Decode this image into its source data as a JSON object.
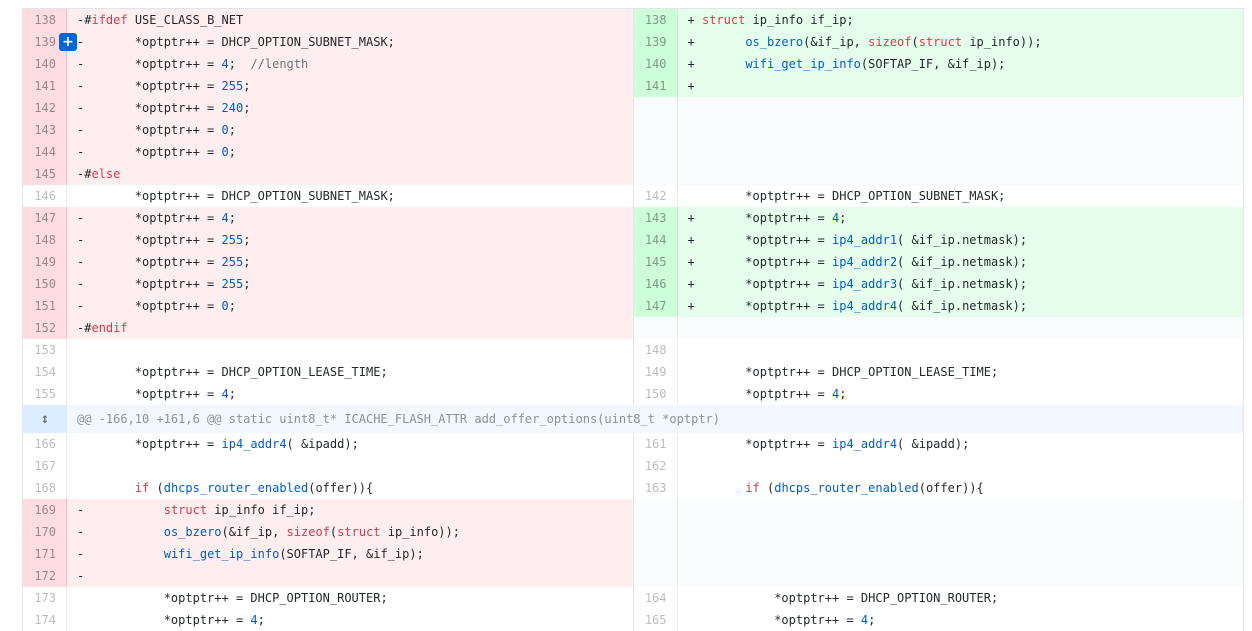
{
  "add_comment_label": "+",
  "hunk_icon": "expand-icon",
  "rows": [
    {
      "t": "diff",
      "l": {
        "n": "138",
        "k": "del",
        "s": "-",
        "c": [
          [
            "",
            "#"
          ],
          [
            "pp",
            "ifdef"
          ],
          [
            "",
            " USE_CLASS_B_NET"
          ]
        ]
      },
      "r": {
        "n": "138",
        "k": "add",
        "s": "+",
        "c": [
          [
            "",
            " "
          ],
          [
            "kw",
            "struct"
          ],
          [
            "",
            " ip_info if_ip;"
          ]
        ]
      }
    },
    {
      "t": "diff",
      "l": {
        "n": "139",
        "k": "del",
        "s": "-",
        "c": [
          [
            "",
            "       *optptr++ = DHCP_OPTION_SUBNET_MASK;"
          ]
        ],
        "btn": true
      },
      "r": {
        "n": "139",
        "k": "add",
        "s": "+",
        "c": [
          [
            "",
            "       "
          ],
          [
            "fn",
            "os_bzero"
          ],
          [
            "",
            "(&if_ip, "
          ],
          [
            "kw",
            "sizeof"
          ],
          [
            "",
            "("
          ],
          [
            "kw",
            "struct"
          ],
          [
            "",
            " ip_info));"
          ]
        ]
      }
    },
    {
      "t": "diff",
      "l": {
        "n": "140",
        "k": "del",
        "s": "-",
        "c": [
          [
            "",
            "       *optptr++ = "
          ],
          [
            "nm",
            "4"
          ],
          [
            "",
            ";  "
          ],
          [
            "cm",
            "//length"
          ]
        ]
      },
      "r": {
        "n": "140",
        "k": "add",
        "s": "+",
        "c": [
          [
            "",
            "       "
          ],
          [
            "fn",
            "wifi_get_ip_info"
          ],
          [
            "",
            "(SOFTAP_IF, &if_ip);"
          ]
        ]
      }
    },
    {
      "t": "diff",
      "l": {
        "n": "141",
        "k": "del",
        "s": "-",
        "c": [
          [
            "",
            "       *optptr++ = "
          ],
          [
            "nm",
            "255"
          ],
          [
            "",
            ";"
          ]
        ]
      },
      "r": {
        "n": "141",
        "k": "add",
        "s": "+",
        "c": []
      }
    },
    {
      "t": "diff",
      "l": {
        "n": "142",
        "k": "del",
        "s": "-",
        "c": [
          [
            "",
            "       *optptr++ = "
          ],
          [
            "nm",
            "240"
          ],
          [
            "",
            ";"
          ]
        ]
      },
      "r": {
        "n": "",
        "k": "empty",
        "s": "",
        "c": []
      }
    },
    {
      "t": "diff",
      "l": {
        "n": "143",
        "k": "del",
        "s": "-",
        "c": [
          [
            "",
            "       *optptr++ = "
          ],
          [
            "nm",
            "0"
          ],
          [
            "",
            ";"
          ]
        ]
      },
      "r": {
        "n": "",
        "k": "empty",
        "s": "",
        "c": []
      }
    },
    {
      "t": "diff",
      "l": {
        "n": "144",
        "k": "del",
        "s": "-",
        "c": [
          [
            "",
            "       *optptr++ = "
          ],
          [
            "nm",
            "0"
          ],
          [
            "",
            ";"
          ]
        ]
      },
      "r": {
        "n": "",
        "k": "empty",
        "s": "",
        "c": []
      }
    },
    {
      "t": "diff",
      "l": {
        "n": "145",
        "k": "del",
        "s": "-",
        "c": [
          [
            "",
            "#"
          ],
          [
            "pp",
            "else"
          ]
        ]
      },
      "r": {
        "n": "",
        "k": "empty",
        "s": "",
        "c": []
      }
    },
    {
      "t": "diff",
      "l": {
        "n": "146",
        "k": "ctx",
        "s": " ",
        "c": [
          [
            "",
            "       *optptr++ = DHCP_OPTION_SUBNET_MASK;"
          ]
        ]
      },
      "r": {
        "n": "142",
        "k": "ctx",
        "s": " ",
        "c": [
          [
            "",
            "       *optptr++ = DHCP_OPTION_SUBNET_MASK;"
          ]
        ]
      }
    },
    {
      "t": "diff",
      "l": {
        "n": "147",
        "k": "del",
        "s": "-",
        "c": [
          [
            "",
            "       *optptr++ = "
          ],
          [
            "nm",
            "4"
          ],
          [
            "",
            ";"
          ]
        ]
      },
      "r": {
        "n": "143",
        "k": "add",
        "s": "+",
        "c": [
          [
            "",
            "       *optptr++ = "
          ],
          [
            "nm",
            "4"
          ],
          [
            "",
            ";"
          ]
        ]
      }
    },
    {
      "t": "diff",
      "l": {
        "n": "148",
        "k": "del",
        "s": "-",
        "c": [
          [
            "",
            "       *optptr++ = "
          ],
          [
            "nm",
            "255"
          ],
          [
            "",
            ";"
          ]
        ]
      },
      "r": {
        "n": "144",
        "k": "add",
        "s": "+",
        "c": [
          [
            "",
            "       *optptr++ = "
          ],
          [
            "fn",
            "ip4_addr1"
          ],
          [
            "",
            "( &if_ip.netmask);"
          ]
        ]
      }
    },
    {
      "t": "diff",
      "l": {
        "n": "149",
        "k": "del",
        "s": "-",
        "c": [
          [
            "",
            "       *optptr++ = "
          ],
          [
            "nm",
            "255"
          ],
          [
            "",
            ";"
          ]
        ]
      },
      "r": {
        "n": "145",
        "k": "add",
        "s": "+",
        "c": [
          [
            "",
            "       *optptr++ = "
          ],
          [
            "fn",
            "ip4_addr2"
          ],
          [
            "",
            "( &if_ip.netmask);"
          ]
        ]
      }
    },
    {
      "t": "diff",
      "l": {
        "n": "150",
        "k": "del",
        "s": "-",
        "c": [
          [
            "",
            "       *optptr++ = "
          ],
          [
            "nm",
            "255"
          ],
          [
            "",
            ";"
          ]
        ]
      },
      "r": {
        "n": "146",
        "k": "add",
        "s": "+",
        "c": [
          [
            "",
            "       *optptr++ = "
          ],
          [
            "fn",
            "ip4_addr3"
          ],
          [
            "",
            "( &if_ip.netmask);"
          ]
        ]
      }
    },
    {
      "t": "diff",
      "l": {
        "n": "151",
        "k": "del",
        "s": "-",
        "c": [
          [
            "",
            "       *optptr++ = "
          ],
          [
            "nm",
            "0"
          ],
          [
            "",
            ";"
          ]
        ]
      },
      "r": {
        "n": "147",
        "k": "add",
        "s": "+",
        "c": [
          [
            "",
            "       *optptr++ = "
          ],
          [
            "fn",
            "ip4_addr4"
          ],
          [
            "",
            "( &if_ip.netmask);"
          ]
        ]
      }
    },
    {
      "t": "diff",
      "l": {
        "n": "152",
        "k": "del",
        "s": "-",
        "c": [
          [
            "",
            "#"
          ],
          [
            "pp",
            "endif"
          ]
        ]
      },
      "r": {
        "n": "",
        "k": "empty",
        "s": "",
        "c": []
      }
    },
    {
      "t": "diff",
      "l": {
        "n": "153",
        "k": "ctx",
        "s": " ",
        "c": []
      },
      "r": {
        "n": "148",
        "k": "ctx",
        "s": " ",
        "c": []
      }
    },
    {
      "t": "diff",
      "l": {
        "n": "154",
        "k": "ctx",
        "s": " ",
        "c": [
          [
            "",
            "       *optptr++ = DHCP_OPTION_LEASE_TIME;"
          ]
        ]
      },
      "r": {
        "n": "149",
        "k": "ctx",
        "s": " ",
        "c": [
          [
            "",
            "       *optptr++ = DHCP_OPTION_LEASE_TIME;"
          ]
        ]
      }
    },
    {
      "t": "diff",
      "l": {
        "n": "155",
        "k": "ctx",
        "s": " ",
        "c": [
          [
            "",
            "       *optptr++ = "
          ],
          [
            "nm",
            "4"
          ],
          [
            "",
            ";"
          ]
        ]
      },
      "r": {
        "n": "150",
        "k": "ctx",
        "s": " ",
        "c": [
          [
            "",
            "       *optptr++ = "
          ],
          [
            "nm",
            "4"
          ],
          [
            "",
            ";"
          ]
        ]
      }
    },
    {
      "t": "hunk",
      "text": "@@ -166,10 +161,6 @@ static uint8_t* ICACHE_FLASH_ATTR add_offer_options(uint8_t *optptr)"
    },
    {
      "t": "diff",
      "l": {
        "n": "166",
        "k": "ctx",
        "s": " ",
        "c": [
          [
            "",
            "       *optptr++ = "
          ],
          [
            "fn",
            "ip4_addr4"
          ],
          [
            "",
            "( &ipadd);"
          ]
        ]
      },
      "r": {
        "n": "161",
        "k": "ctx",
        "s": " ",
        "c": [
          [
            "",
            "       *optptr++ = "
          ],
          [
            "fn",
            "ip4_addr4"
          ],
          [
            "",
            "( &ipadd);"
          ]
        ]
      }
    },
    {
      "t": "diff",
      "l": {
        "n": "167",
        "k": "ctx",
        "s": " ",
        "c": []
      },
      "r": {
        "n": "162",
        "k": "ctx",
        "s": " ",
        "c": []
      }
    },
    {
      "t": "diff",
      "l": {
        "n": "168",
        "k": "ctx",
        "s": " ",
        "c": [
          [
            "",
            "       "
          ],
          [
            "kw",
            "if"
          ],
          [
            "",
            " ("
          ],
          [
            "fn",
            "dhcps_router_enabled"
          ],
          [
            "",
            "(offer)){"
          ]
        ]
      },
      "r": {
        "n": "163",
        "k": "ctx",
        "s": " ",
        "c": [
          [
            "",
            "       "
          ],
          [
            "kw",
            "if"
          ],
          [
            "",
            " ("
          ],
          [
            "fn",
            "dhcps_router_enabled"
          ],
          [
            "",
            "(offer)){"
          ]
        ]
      }
    },
    {
      "t": "diff",
      "l": {
        "n": "169",
        "k": "del",
        "s": "-",
        "c": [
          [
            "",
            "           "
          ],
          [
            "kw",
            "struct"
          ],
          [
            "",
            " ip_info if_ip;"
          ]
        ]
      },
      "r": {
        "n": "",
        "k": "empty",
        "s": "",
        "c": []
      }
    },
    {
      "t": "diff",
      "l": {
        "n": "170",
        "k": "del",
        "s": "-",
        "c": [
          [
            "",
            "           "
          ],
          [
            "fn",
            "os_bzero"
          ],
          [
            "",
            "(&if_ip, "
          ],
          [
            "kw",
            "sizeof"
          ],
          [
            "",
            "("
          ],
          [
            "kw",
            "struct"
          ],
          [
            "",
            " ip_info));"
          ]
        ]
      },
      "r": {
        "n": "",
        "k": "empty",
        "s": "",
        "c": []
      }
    },
    {
      "t": "diff",
      "l": {
        "n": "171",
        "k": "del",
        "s": "-",
        "c": [
          [
            "",
            "           "
          ],
          [
            "fn",
            "wifi_get_ip_info"
          ],
          [
            "",
            "(SOFTAP_IF, &if_ip);"
          ]
        ]
      },
      "r": {
        "n": "",
        "k": "empty",
        "s": "",
        "c": []
      }
    },
    {
      "t": "diff",
      "l": {
        "n": "172",
        "k": "del",
        "s": "-",
        "c": []
      },
      "r": {
        "n": "",
        "k": "empty",
        "s": "",
        "c": []
      }
    },
    {
      "t": "diff",
      "l": {
        "n": "173",
        "k": "ctx",
        "s": " ",
        "c": [
          [
            "",
            "           *optptr++ = DHCP_OPTION_ROUTER;"
          ]
        ]
      },
      "r": {
        "n": "164",
        "k": "ctx",
        "s": " ",
        "c": [
          [
            "",
            "           *optptr++ = DHCP_OPTION_ROUTER;"
          ]
        ]
      }
    },
    {
      "t": "diff",
      "l": {
        "n": "174",
        "k": "ctx",
        "s": " ",
        "c": [
          [
            "",
            "           *optptr++ = "
          ],
          [
            "nm",
            "4"
          ],
          [
            "",
            ";"
          ]
        ]
      },
      "r": {
        "n": "165",
        "k": "ctx",
        "s": " ",
        "c": [
          [
            "",
            "           *optptr++ = "
          ],
          [
            "nm",
            "4"
          ],
          [
            "",
            ";"
          ]
        ]
      }
    }
  ]
}
